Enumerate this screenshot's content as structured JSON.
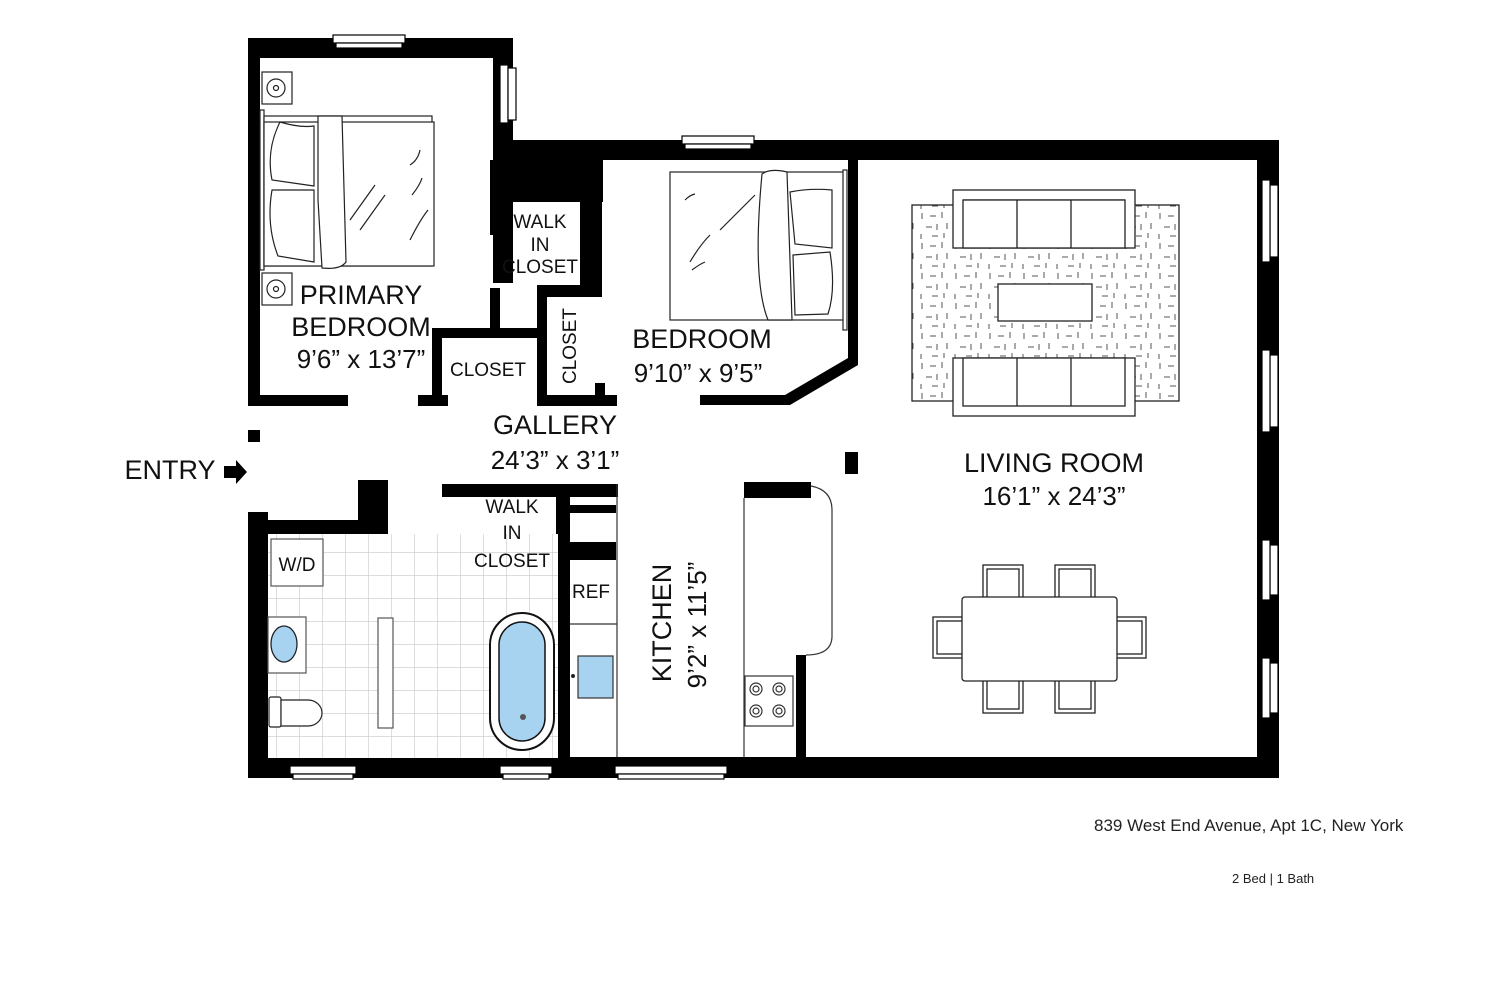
{
  "floorplan": {
    "entry_label": "ENTRY",
    "rooms": {
      "primary_bedroom": {
        "name_line1": "PRIMARY",
        "name_line2": "BEDROOM",
        "dimensions": "9’6” x 13’7”"
      },
      "walk_in_closet_upper": {
        "line1": "WALK",
        "line2": "IN",
        "line3": "CLOSET"
      },
      "closet_left": {
        "name": "CLOSET"
      },
      "closet_vertical": {
        "name": "CLOSET"
      },
      "bedroom": {
        "name": "BEDROOM",
        "dimensions": "9’10” x 9’5”"
      },
      "gallery": {
        "name": "GALLERY",
        "dimensions": "24’3” x 3’1”"
      },
      "living_room": {
        "name": "LIVING ROOM",
        "dimensions": "16’1” x 24’3”"
      },
      "walk_in_closet_lower": {
        "line1": "WALK",
        "line2": "IN",
        "line3": "CLOSET"
      },
      "kitchen": {
        "name": "KITCHEN",
        "dimensions": "9’2” x 11’5”"
      },
      "refrigerator": {
        "label": "REF"
      },
      "washer_dryer": {
        "label": "W/D"
      }
    },
    "colors": {
      "wall": "#000000",
      "fixture_water": "#a7d3f0",
      "tile_grid": "#c8c8c8",
      "line": "#222222"
    }
  },
  "footer": {
    "address": "839 West End Avenue, Apt 1C, New York",
    "summary": "2 Bed | 1 Bath"
  }
}
